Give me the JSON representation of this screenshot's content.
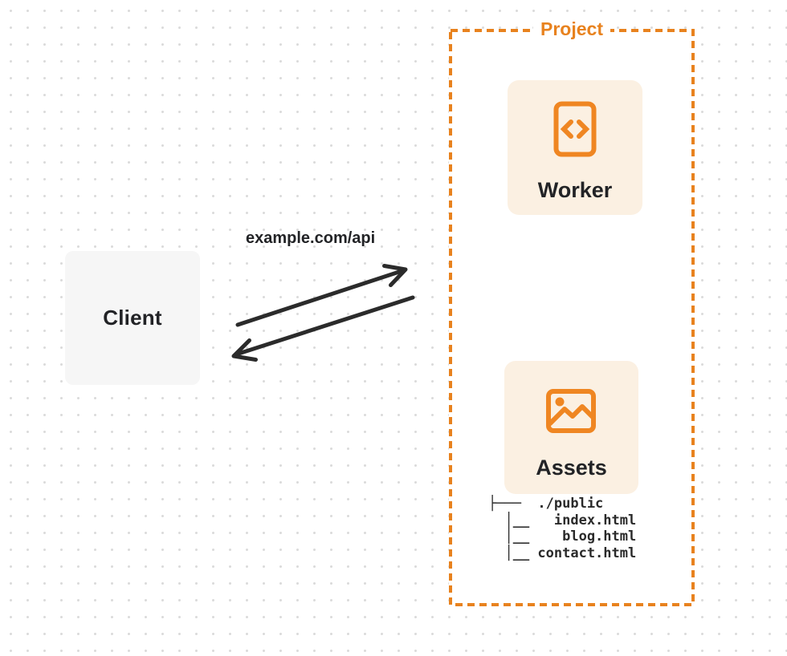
{
  "colors": {
    "accent_orange": "#e8821e",
    "card_cream": "#fbf0e2",
    "ink": "#2b2b2b",
    "client_gray": "#f6f6f6",
    "dot_grid": "#dbdbdb"
  },
  "client": {
    "label": "Client"
  },
  "request": {
    "label": "example.com/api"
  },
  "project": {
    "label": "Project",
    "worker": {
      "label": "Worker",
      "icon": "code-file-icon"
    },
    "assets": {
      "label": "Assets",
      "icon": "image-icon",
      "tree_text": "├───  ./public\n  │__   index.html\n  │__    blog.html\n  │__ contact.html"
    }
  }
}
